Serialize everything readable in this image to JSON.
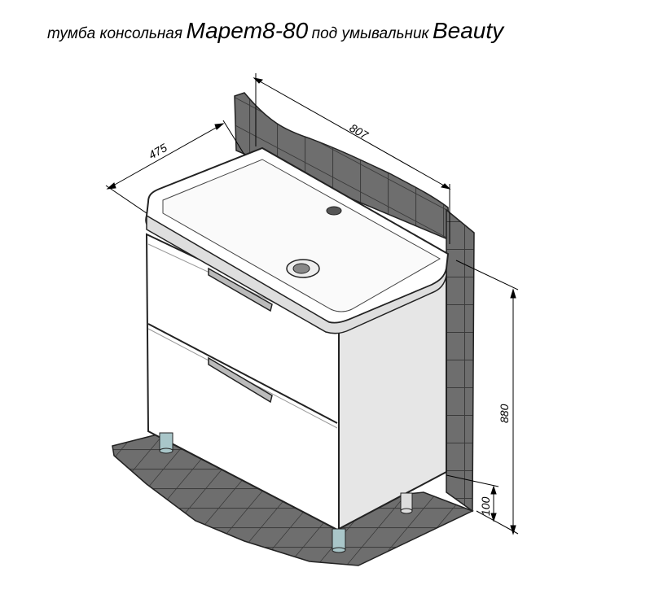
{
  "title": {
    "prefix": "тумба консольная",
    "model": "Мареm8-80",
    "middle": "под умывальник",
    "sink": "Beauty"
  },
  "dimensions": {
    "width": "807",
    "depth": "475",
    "height": "880",
    "leg_height": "100"
  },
  "colors": {
    "tile": "#6e6e6e",
    "grout": "#3a3a3a",
    "cabinet": "#ffffff",
    "cabinet_side": "#e6e6e6",
    "outline": "#222222",
    "leg": "#a9c6c9"
  }
}
